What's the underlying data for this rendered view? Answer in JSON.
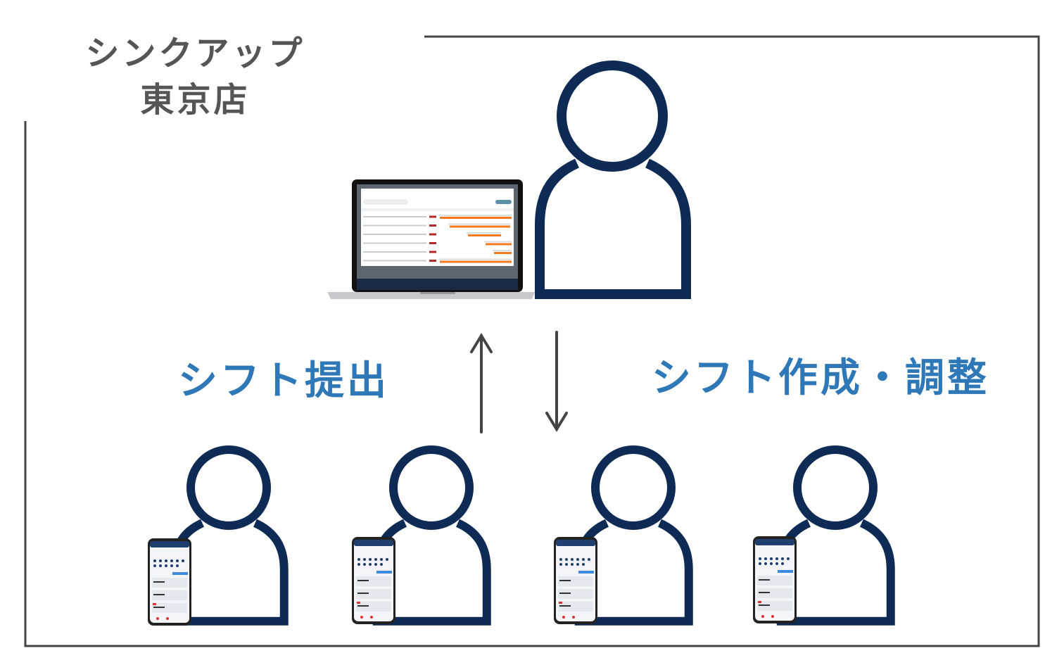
{
  "store": {
    "line1": "シンクアップ",
    "line2": "東京店"
  },
  "labels": {
    "submit": "シフト提出",
    "create": "シフト作成・調整"
  },
  "colors": {
    "navy": "#0d2b55",
    "accent": "#2f78b7",
    "frame": "#444444",
    "bar": "#f47a20"
  },
  "icons": [
    "manager-person-icon",
    "staff-person-icon",
    "laptop-icon",
    "smartphone-icon",
    "arrow-up-icon",
    "arrow-down-icon"
  ]
}
